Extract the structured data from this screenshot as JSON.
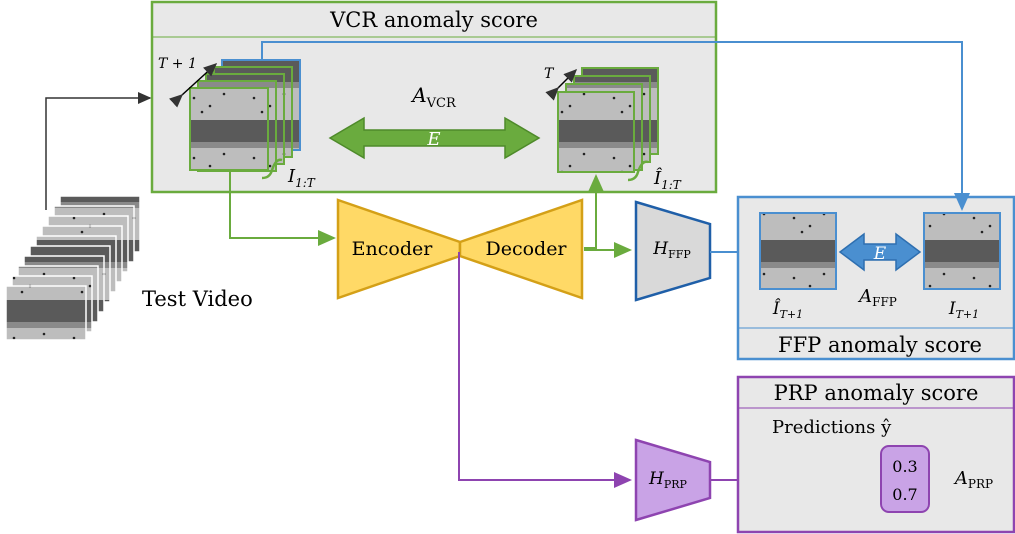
{
  "vcr": {
    "title": "VCR anomaly score",
    "window_label": "T + 1",
    "recon_window_label": "T",
    "metric": {
      "main": "A",
      "sub": "VCR"
    },
    "error_label": "E",
    "input_label": {
      "main": "I",
      "sub": "1:T"
    },
    "recon_label": {
      "main": "Î",
      "sub": "1:T"
    },
    "color": "#6aab3e"
  },
  "ffp": {
    "title": "FFP anomaly score",
    "head": {
      "main": "H",
      "sub": "FFP"
    },
    "metric": {
      "main": "A",
      "sub": "FFP"
    },
    "error_label": "E",
    "pred_label": {
      "main": "Î",
      "sub": "T+1"
    },
    "target_label": {
      "main": "I",
      "sub": "T+1"
    },
    "color": "#4a8fd0"
  },
  "prp": {
    "title": "PRP anomaly score",
    "predictions_label": "Predictions ŷ",
    "head": {
      "main": "H",
      "sub": "PRP"
    },
    "metric": {
      "main": "A",
      "sub": "PRP"
    },
    "values": [
      "0.3",
      "0.7"
    ],
    "color": "#8e44b0"
  },
  "network": {
    "encoder_label": "Encoder",
    "decoder_label": "Decoder",
    "fill": "#ffd966",
    "stroke": "#d4a017"
  },
  "input": {
    "label": "Test Video"
  }
}
